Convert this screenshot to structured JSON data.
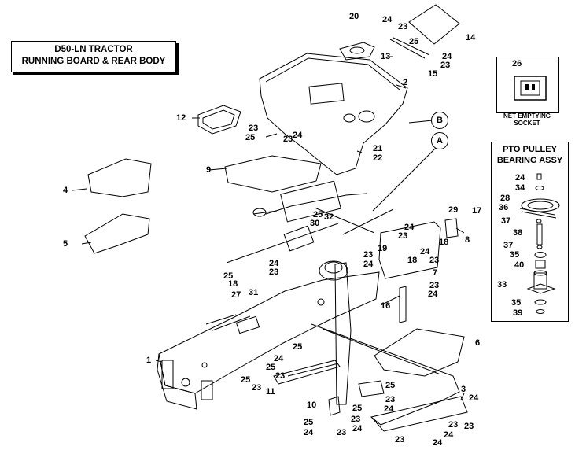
{
  "title": {
    "line1": "D50-LN TRACTOR",
    "line2": "RUNNING BOARD & REAR BODY"
  },
  "inset_socket": {
    "number": "26",
    "caption_line1": "NET EMPTYING",
    "caption_line2": "SOCKET"
  },
  "inset_pto": {
    "title_line1": "PTO PULLEY",
    "title_line2": "BEARING ASSY",
    "parts": [
      "24",
      "34",
      "28",
      "36",
      "37",
      "38",
      "37",
      "35",
      "40",
      "33",
      "35",
      "39"
    ]
  },
  "reference_circles": [
    "A",
    "B"
  ],
  "callouts": [
    "1",
    "2",
    "3",
    "4",
    "5",
    "6",
    "7",
    "8",
    "9",
    "10",
    "11",
    "12",
    "13",
    "14",
    "15",
    "16",
    "17",
    "18",
    "19",
    "20",
    "21",
    "22",
    "23",
    "24",
    "25",
    "27",
    "29",
    "30",
    "31",
    "32"
  ]
}
